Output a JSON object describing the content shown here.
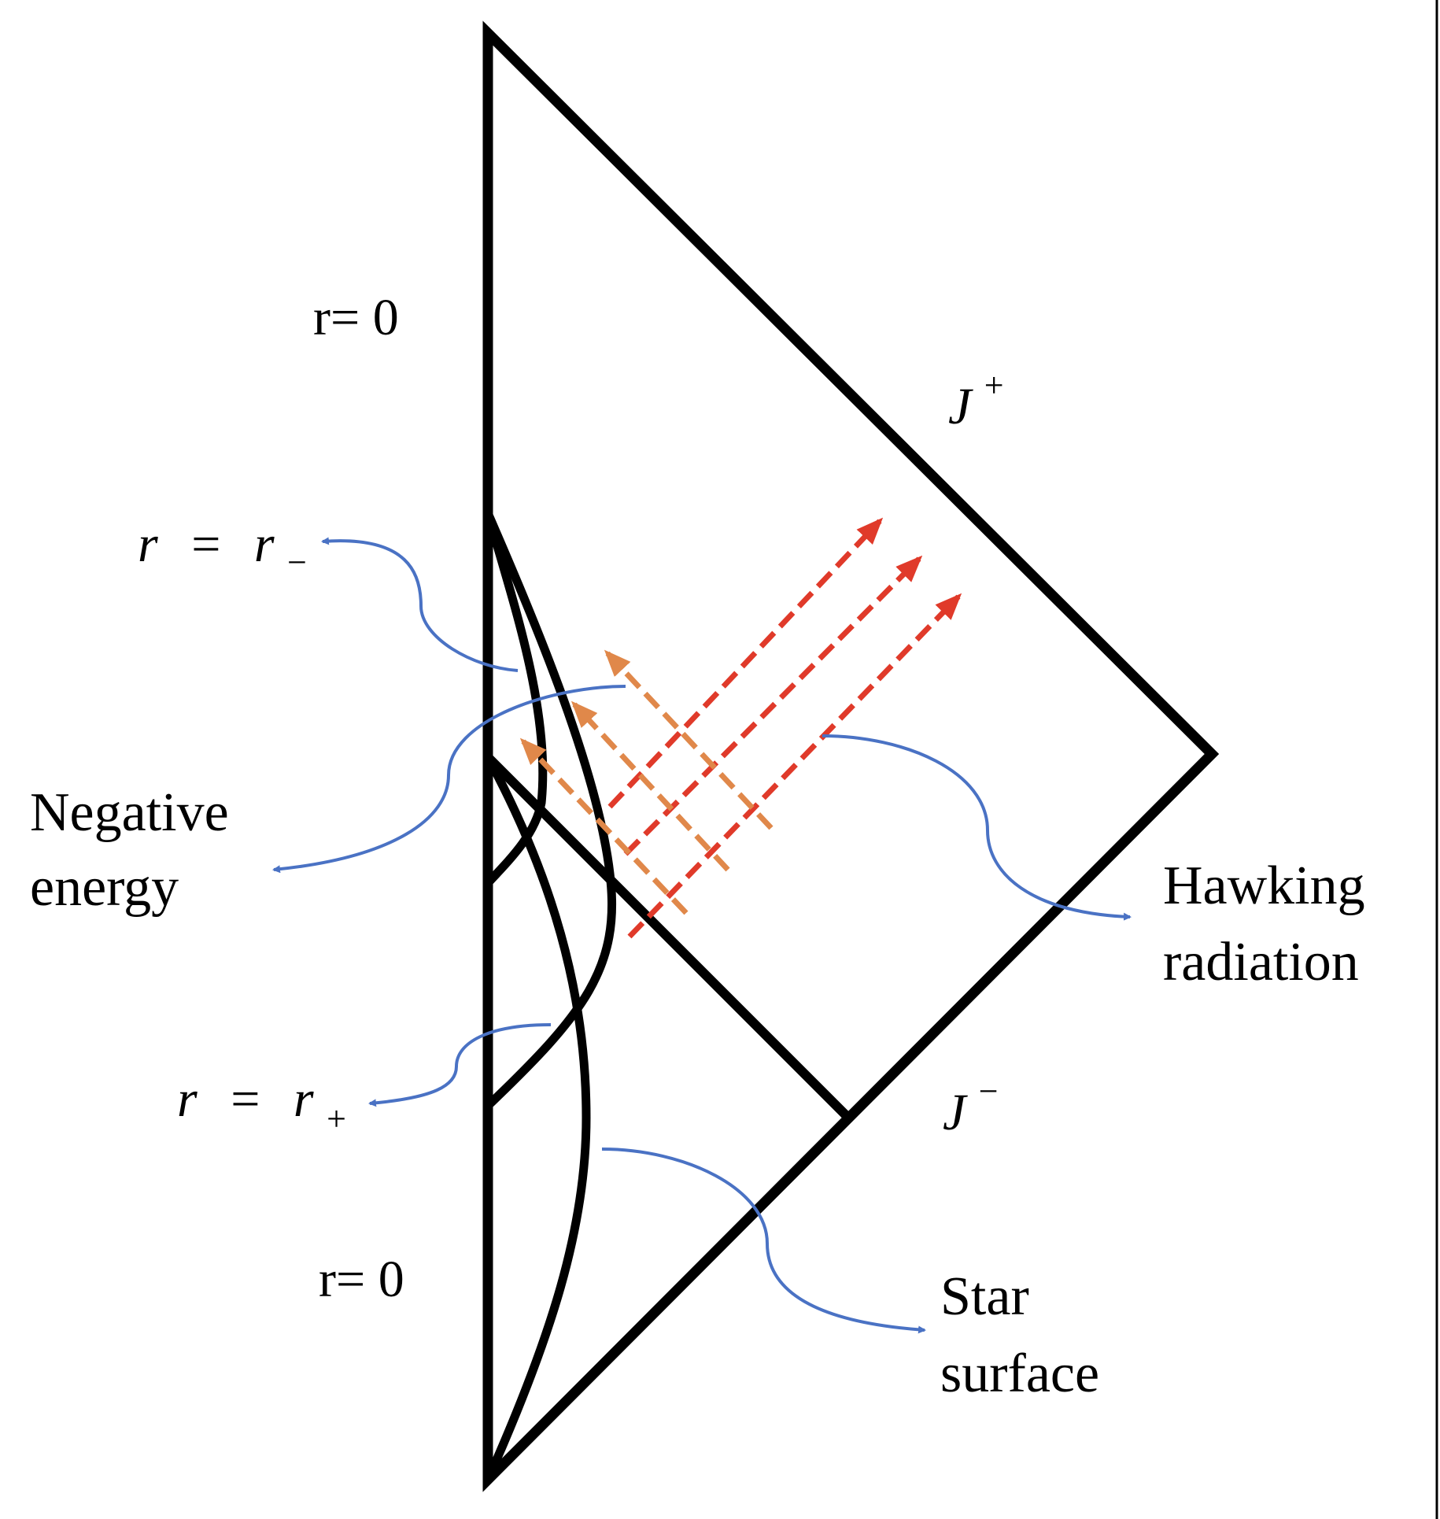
{
  "labels": {
    "r0_top": "r= 0",
    "r0_bottom": "r= 0",
    "r_minus": {
      "lhs": "r",
      "eq": "=",
      "rhs": "r",
      "sub": "−"
    },
    "r_plus": {
      "lhs": "r",
      "eq": "=",
      "rhs": "r",
      "sub": "+"
    },
    "scri_plus": {
      "base": "J",
      "sup": "+"
    },
    "scri_minus": {
      "base": "J",
      "sup": "−"
    },
    "negative_energy": [
      "Negative",
      "energy"
    ],
    "hawking_radiation": [
      "Hawking",
      "radiation"
    ],
    "star_surface": [
      "Star",
      "surface"
    ]
  },
  "colors": {
    "line": "#000000",
    "annotation_arrow": "#4a72c4",
    "hawking_ray": "#e03a2a",
    "negative_energy_ray": "#e0884a",
    "background": "#ffffff"
  }
}
